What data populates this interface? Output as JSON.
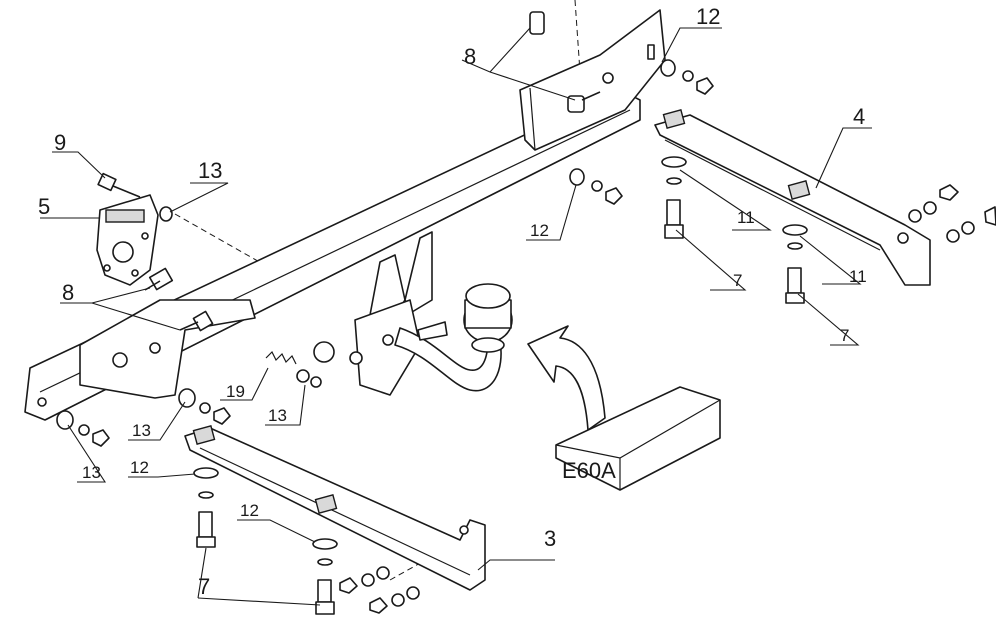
{
  "callouts": {
    "c12_top": "12",
    "c8_top": "8",
    "c9": "9",
    "c13_left": "13",
    "c5": "5",
    "c8_left": "8",
    "c12_mid": "12",
    "c11_upper": "11",
    "c4": "4",
    "c11_lower": "11",
    "c7_upper": "7",
    "c7_right": "7",
    "c19": "19",
    "c13_mid": "13",
    "c13_bot1": "13",
    "c13_bot2": "13",
    "c12_bot1": "12",
    "c12_bot2": "12",
    "c3": "3",
    "c7_bottom": "7"
  },
  "kit_label": "E60A",
  "colors": {
    "line": "#1a1a1a",
    "part_fill": "#ffffff",
    "box_fill": "#ffffff"
  }
}
